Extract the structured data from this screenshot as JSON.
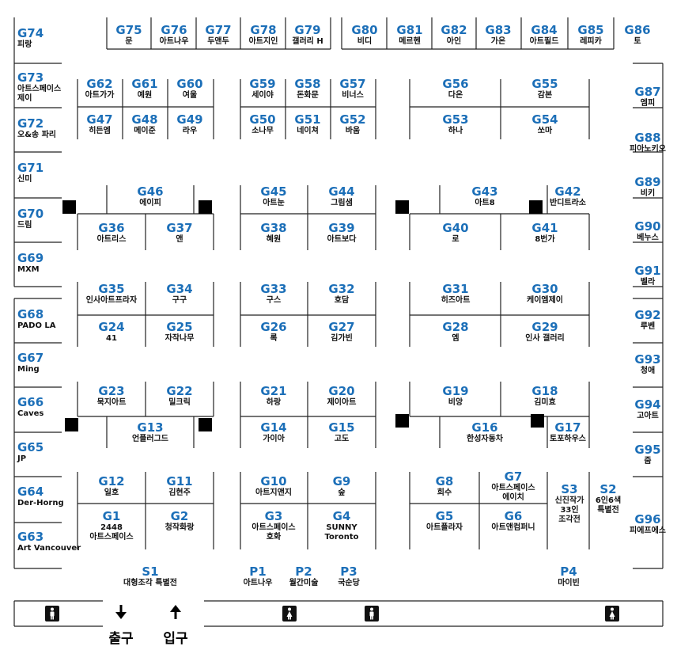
{
  "booths": {
    "G74": {
      "code": "G74",
      "name": "피랑"
    },
    "G73": {
      "code": "G73",
      "name": "아트스페이스\n제이"
    },
    "G72": {
      "code": "G72",
      "name": "오&송 파리"
    },
    "G71": {
      "code": "G71",
      "name": "신미"
    },
    "G70": {
      "code": "G70",
      "name": "드림"
    },
    "G69": {
      "code": "G69",
      "name": "MXM"
    },
    "G68": {
      "code": "G68",
      "name": "PADO LA"
    },
    "G67": {
      "code": "G67",
      "name": "Ming"
    },
    "G66": {
      "code": "G66",
      "name": "Caves"
    },
    "G65": {
      "code": "G65",
      "name": "JP"
    },
    "G64": {
      "code": "G64",
      "name": "Der-Horng"
    },
    "G63": {
      "code": "G63",
      "name": "Art Vancouver"
    },
    "G75": {
      "code": "G75",
      "name": "문"
    },
    "G76": {
      "code": "G76",
      "name": "아트나우"
    },
    "G77": {
      "code": "G77",
      "name": "두앤두"
    },
    "G78": {
      "code": "G78",
      "name": "아트지인"
    },
    "G79": {
      "code": "G79",
      "name": "갤러리 H"
    },
    "G80": {
      "code": "G80",
      "name": "비디"
    },
    "G81": {
      "code": "G81",
      "name": "메르헨"
    },
    "G82": {
      "code": "G82",
      "name": "아인"
    },
    "G83": {
      "code": "G83",
      "name": "가온"
    },
    "G84": {
      "code": "G84",
      "name": "아트필드"
    },
    "G85": {
      "code": "G85",
      "name": "레피카"
    },
    "G86": {
      "code": "G86",
      "name": "토"
    },
    "G87": {
      "code": "G87",
      "name": "엠피"
    },
    "G88": {
      "code": "G88",
      "name": "피아노키오"
    },
    "G89": {
      "code": "G89",
      "name": "비키"
    },
    "G90": {
      "code": "G90",
      "name": "베누스"
    },
    "G91": {
      "code": "G91",
      "name": "벨라"
    },
    "G92": {
      "code": "G92",
      "name": "루벤"
    },
    "G93": {
      "code": "G93",
      "name": "청애"
    },
    "G94": {
      "code": "G94",
      "name": "고아트"
    },
    "G95": {
      "code": "G95",
      "name": "줌"
    },
    "G96": {
      "code": "G96",
      "name": "피에프에스"
    },
    "G62": {
      "code": "G62",
      "name": "아트가가"
    },
    "G61": {
      "code": "G61",
      "name": "예원"
    },
    "G60": {
      "code": "G60",
      "name": "여울"
    },
    "G47": {
      "code": "G47",
      "name": "히든엠"
    },
    "G48": {
      "code": "G48",
      "name": "메이준"
    },
    "G49": {
      "code": "G49",
      "name": "라우"
    },
    "G59": {
      "code": "G59",
      "name": "세이야"
    },
    "G58": {
      "code": "G58",
      "name": "돈화문"
    },
    "G57": {
      "code": "G57",
      "name": "비너스"
    },
    "G50": {
      "code": "G50",
      "name": "소나무"
    },
    "G51": {
      "code": "G51",
      "name": "네이쳐"
    },
    "G52": {
      "code": "G52",
      "name": "바움"
    },
    "G56": {
      "code": "G56",
      "name": "다온"
    },
    "G55": {
      "code": "G55",
      "name": "감본"
    },
    "G53": {
      "code": "G53",
      "name": "하나"
    },
    "G54": {
      "code": "G54",
      "name": "쏘마"
    },
    "G46": {
      "code": "G46",
      "name": "에이피"
    },
    "G36": {
      "code": "G36",
      "name": "아트리스"
    },
    "G37": {
      "code": "G37",
      "name": "앤"
    },
    "G45": {
      "code": "G45",
      "name": "아트눈"
    },
    "G44": {
      "code": "G44",
      "name": "그림샘"
    },
    "G38": {
      "code": "G38",
      "name": "혜원"
    },
    "G39": {
      "code": "G39",
      "name": "아트보다"
    },
    "G43": {
      "code": "G43",
      "name": "아트8"
    },
    "G42": {
      "code": "G42",
      "name": "반디트라소"
    },
    "G40": {
      "code": "G40",
      "name": "로"
    },
    "G41": {
      "code": "G41",
      "name": "8번가"
    },
    "G35": {
      "code": "G35",
      "name": "인사아트프라자"
    },
    "G34": {
      "code": "G34",
      "name": "구구"
    },
    "G24": {
      "code": "G24",
      "name": "41"
    },
    "G25": {
      "code": "G25",
      "name": "자작나무"
    },
    "G33": {
      "code": "G33",
      "name": "구스"
    },
    "G32": {
      "code": "G32",
      "name": "호담"
    },
    "G26": {
      "code": "G26",
      "name": "록"
    },
    "G27": {
      "code": "G27",
      "name": "김가빈"
    },
    "G31": {
      "code": "G31",
      "name": "히즈아트"
    },
    "G30": {
      "code": "G30",
      "name": "케이엠제이"
    },
    "G28": {
      "code": "G28",
      "name": "엠"
    },
    "G29": {
      "code": "G29",
      "name": "인사 갤러리"
    },
    "G23": {
      "code": "G23",
      "name": "묵지아트"
    },
    "G22": {
      "code": "G22",
      "name": "밀크릭"
    },
    "G13": {
      "code": "G13",
      "name": "언플러그드"
    },
    "G21": {
      "code": "G21",
      "name": "하랑"
    },
    "G20": {
      "code": "G20",
      "name": "제이아트"
    },
    "G14": {
      "code": "G14",
      "name": "가이아"
    },
    "G15": {
      "code": "G15",
      "name": "고도"
    },
    "G19": {
      "code": "G19",
      "name": "비앙"
    },
    "G18": {
      "code": "G18",
      "name": "김미효"
    },
    "G16": {
      "code": "G16",
      "name": "한성자동차"
    },
    "G17": {
      "code": "G17",
      "name": "토포하우스"
    },
    "G12": {
      "code": "G12",
      "name": "일호"
    },
    "G11": {
      "code": "G11",
      "name": "김현주"
    },
    "G1": {
      "code": "G1",
      "name": "2448\n아트스페이스"
    },
    "G2": {
      "code": "G2",
      "name": "청작화랑"
    },
    "G10": {
      "code": "G10",
      "name": "아트지앤지"
    },
    "G9": {
      "code": "G9",
      "name": "숲"
    },
    "G3": {
      "code": "G3",
      "name": "아트스페이스\n호화"
    },
    "G4": {
      "code": "G4",
      "name": "SUNNY\nToronto"
    },
    "G8": {
      "code": "G8",
      "name": "희수"
    },
    "G7": {
      "code": "G7",
      "name": "아트스페이스\n에이치"
    },
    "G5": {
      "code": "G5",
      "name": "아트플라자"
    },
    "G6": {
      "code": "G6",
      "name": "아트앤컴퍼니"
    },
    "S3": {
      "code": "S3",
      "name": "신진작가\n33인\n조각전"
    },
    "S2": {
      "code": "S2",
      "name": "6인6색\n특별전"
    },
    "S1": {
      "code": "S1",
      "name": "대형조각 특별전"
    },
    "P1": {
      "code": "P1",
      "name": "아트나우"
    },
    "P2": {
      "code": "P2",
      "name": "월간미술"
    },
    "P3": {
      "code": "P3",
      "name": "국순당"
    },
    "P4": {
      "code": "P4",
      "name": "마이빈"
    }
  },
  "exit_label": "출구",
  "entrance_label": "입구",
  "colors": {
    "booth_code": "#1c6fb8",
    "text": "#111111",
    "lines": "#222222"
  }
}
